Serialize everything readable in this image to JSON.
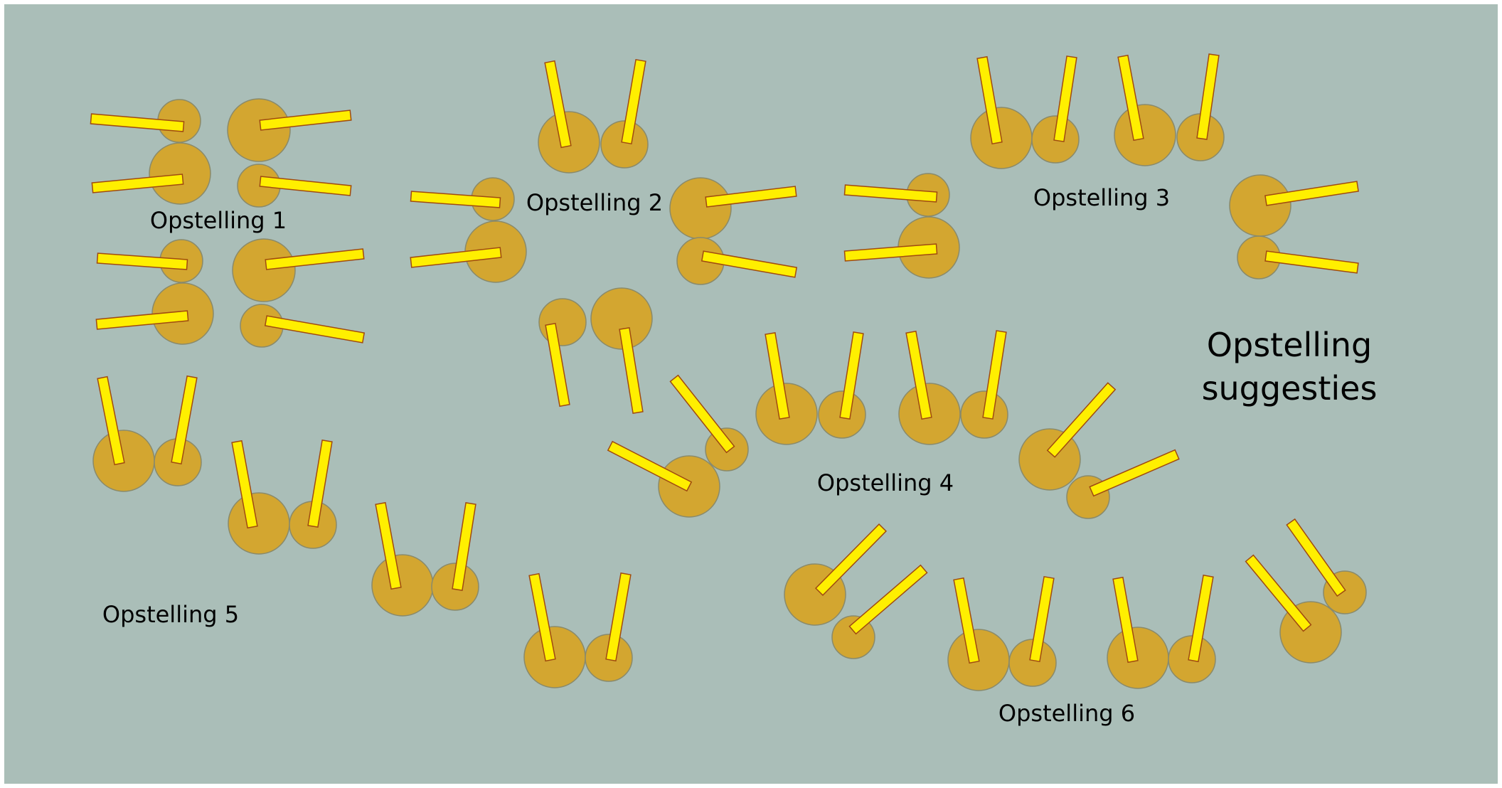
{
  "title": "Opstelling suggesties",
  "title_lines": [
    "Opstelling",
    "suggesties"
  ],
  "colors": {
    "background": "#aabeb8",
    "frame": "#ffffff",
    "table": "#d3a630",
    "table_stroke": "#8a8a6a",
    "bench": "#ffef00",
    "bench_stroke": "#a04a10"
  },
  "layouts": [
    {
      "id": "opstelling-1",
      "label": "Opstelling 1"
    },
    {
      "id": "opstelling-2",
      "label": "Opstelling 2"
    },
    {
      "id": "opstelling-3",
      "label": "Opstelling 3"
    },
    {
      "id": "opstelling-4",
      "label": "Opstelling 4"
    },
    {
      "id": "opstelling-5",
      "label": "Opstelling 5"
    },
    {
      "id": "opstelling-6",
      "label": "Opstelling 6"
    }
  ]
}
